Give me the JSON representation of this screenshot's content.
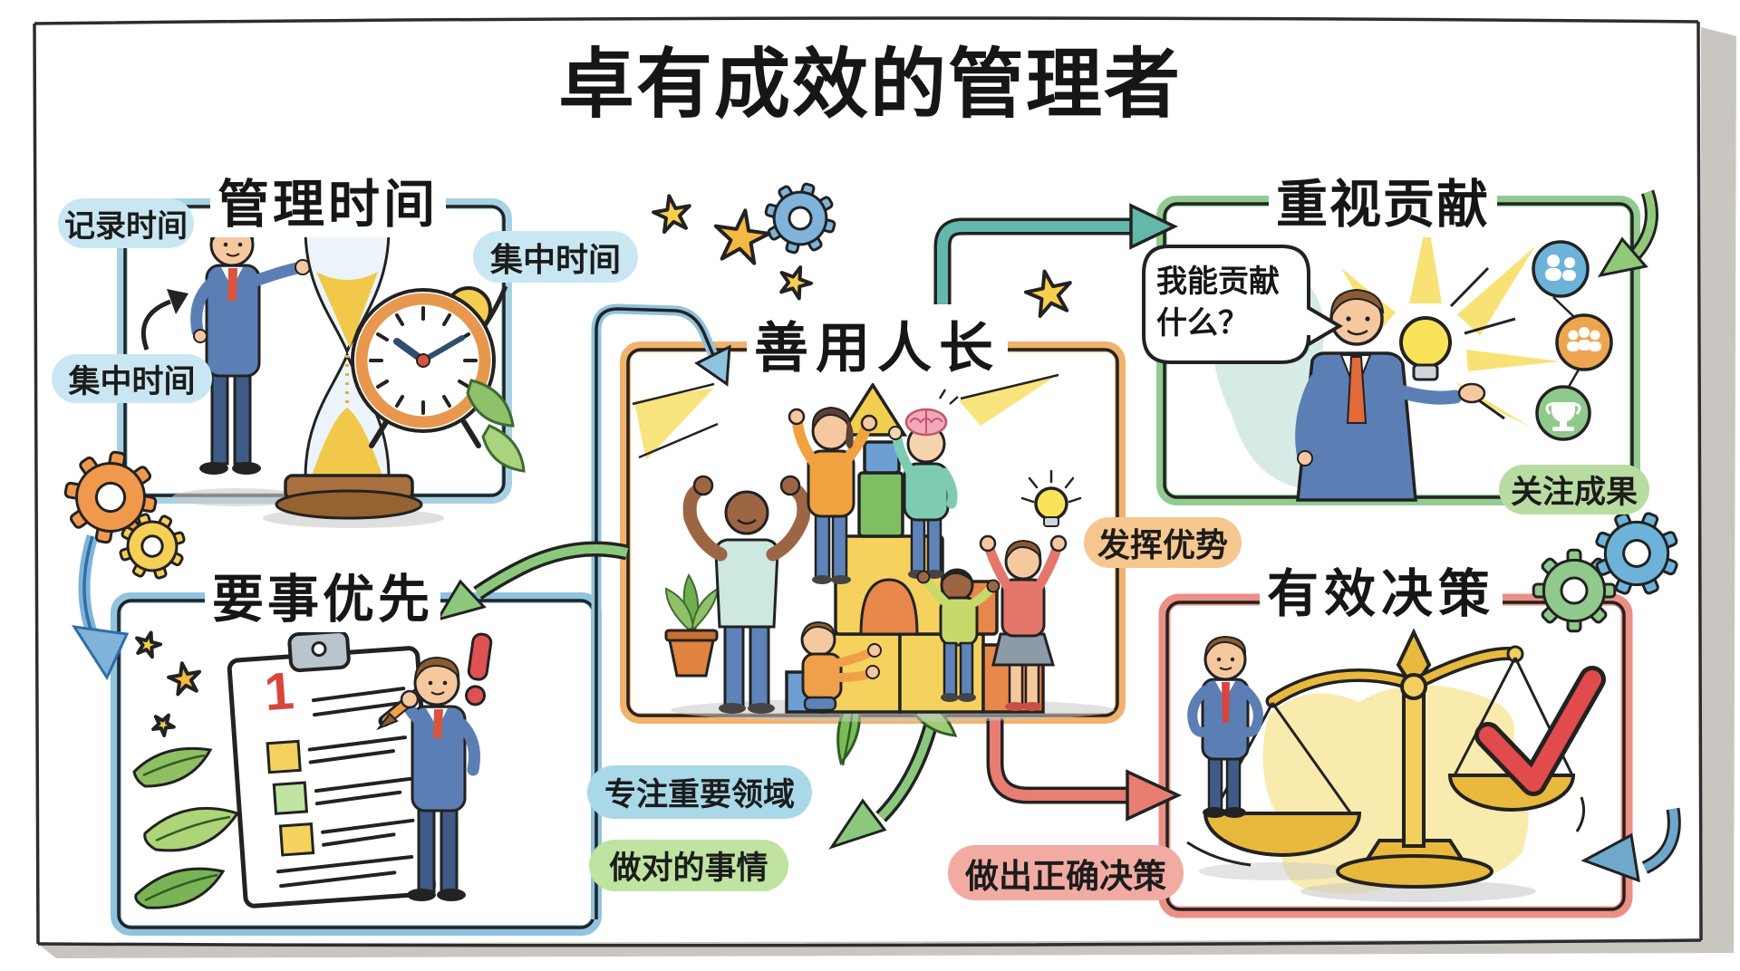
{
  "page": {
    "title": "卓有成效的管理者"
  },
  "sections": {
    "time": {
      "title": "管理时间",
      "labels": {
        "record": "记录时间",
        "focus_top": "集中时间",
        "focus_left": "集中时间"
      }
    },
    "strengths": {
      "title": "善用人长",
      "label": "发挥优势"
    },
    "contribution": {
      "title": "重视贡献",
      "speech": "我能贡献\n什么？",
      "label": "关注成果"
    },
    "priority": {
      "title": "要事优先",
      "labels": {
        "focus_area": "专注重要领域",
        "right_things": "做对的事情"
      },
      "clipboard_number": "1"
    },
    "decision": {
      "title": "有效决策",
      "label": "做出正确决策"
    }
  },
  "colors": {
    "box_time": "#a6d2e4",
    "box_contribution": "#92cb92",
    "box_strengths": "#f2b26b",
    "box_priority": "#8fc3df",
    "box_decision": "#ec8f85",
    "bubble_blue": "#c9e7f2",
    "bubble_green": "#b9dca3",
    "bubble_orange": "#f6c78e",
    "bubble_sky": "#a9d9e8",
    "bubble_lightgreen": "#bfe3a0",
    "bubble_salmon": "#f2aba2",
    "arrow_teal": "#63b8ab",
    "arrow_green": "#8cc87c",
    "arrow_red": "#e87d72",
    "arrow_blue": "#6fa8cb",
    "check_red": "#e14b4b",
    "gold": "#e8b93c"
  },
  "icons": [
    "hourglass-icon",
    "alarm-clock-icon",
    "gear-icon",
    "star-icon",
    "lightbulb-icon",
    "team-icon",
    "trophy-icon",
    "clipboard-icon",
    "scales-icon",
    "checkmark-icon",
    "leaf-icon",
    "plant-pot-icon",
    "exclamation-icon",
    "speech-bubble"
  ]
}
